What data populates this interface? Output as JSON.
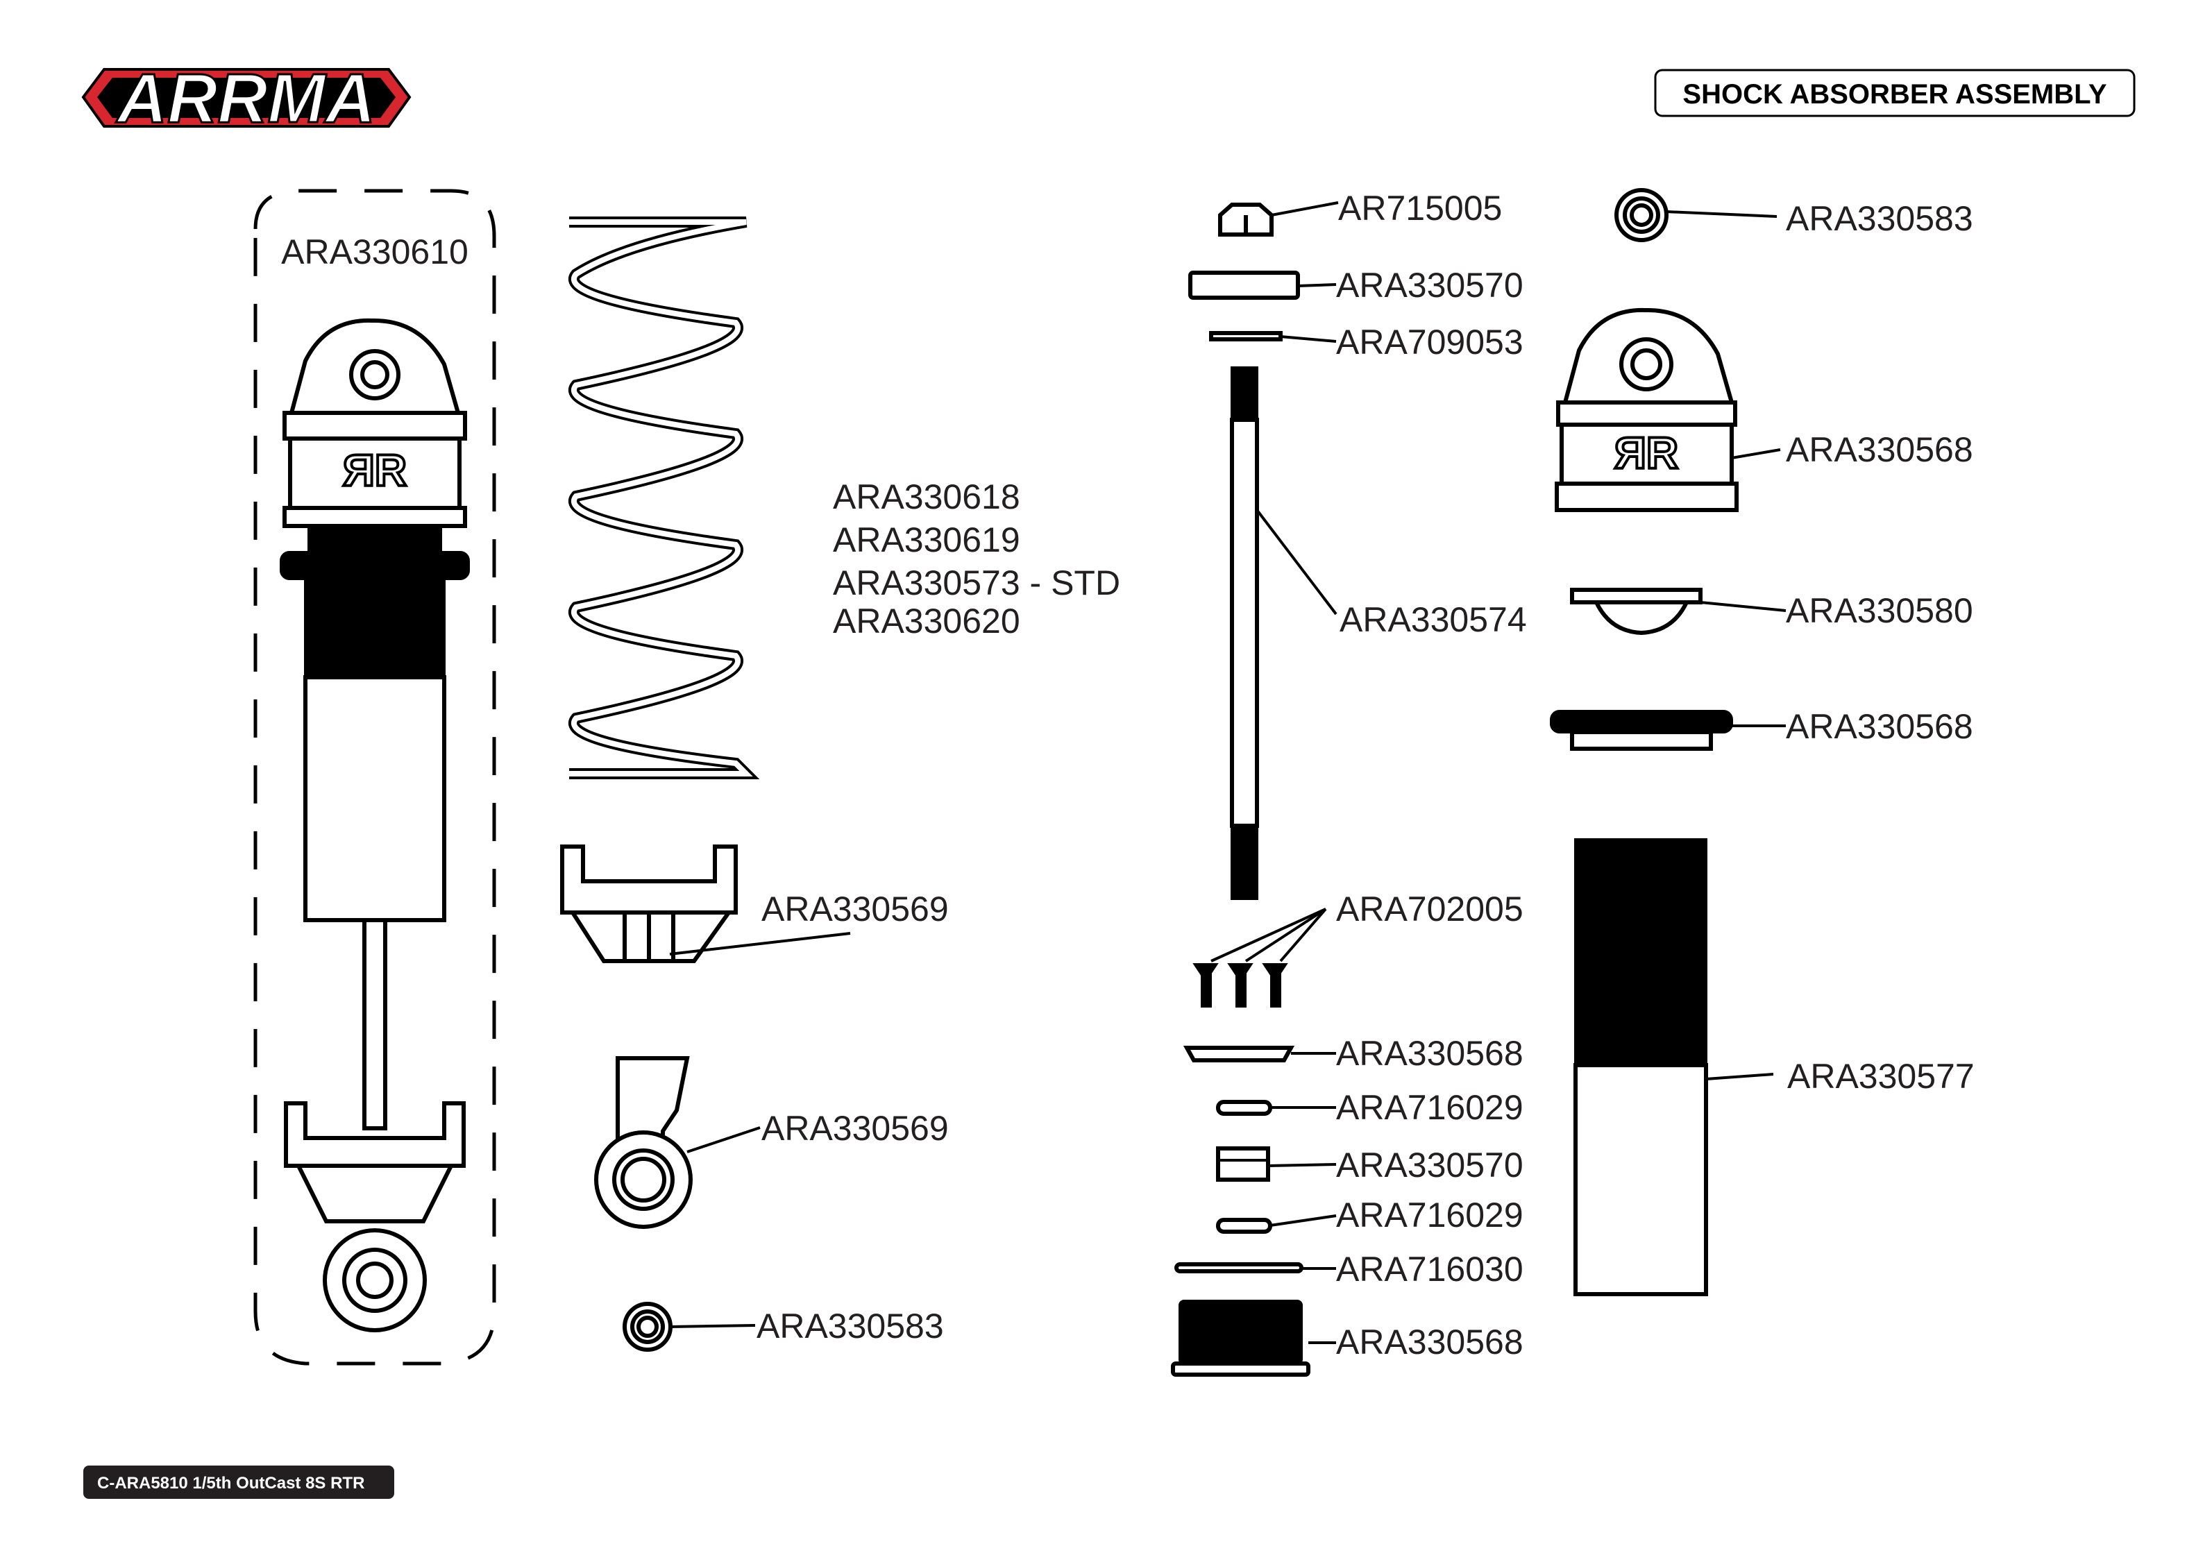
{
  "header": {
    "brand": "ARRMA",
    "title": "SHOCK ABSORBER ASSEMBLY"
  },
  "footer": {
    "label": "C-ARA5810 1/5th OutCast 8S RTR"
  },
  "colors": {
    "brand_red": "#d7262d",
    "ink": "#000000",
    "footer_bg": "#231f20"
  },
  "parts": {
    "assembly": "ARA330610",
    "springs": [
      "ARA330618",
      "ARA330619",
      "ARA330573 - STD",
      "ARA330620"
    ],
    "lower_spring_cup": "ARA330569",
    "rod_end": "ARA330569",
    "rod_end_bearing": "ARA330583",
    "nut": "AR715005",
    "bushing_top": "ARA330570",
    "washer": "ARA709053",
    "shaft": "ARA330574",
    "screws": "ARA702005",
    "piston_plate": "ARA330568",
    "oring_a": "ARA716029",
    "spacer": "ARA330570",
    "oring_b": "ARA716029",
    "oring_c": "ARA716030",
    "bottom_cap": "ARA330568",
    "top_bearing": "ARA330583",
    "shock_cap": "ARA330568",
    "bladder": "ARA330580",
    "collar": "ARA330568",
    "body": "ARA330577"
  }
}
